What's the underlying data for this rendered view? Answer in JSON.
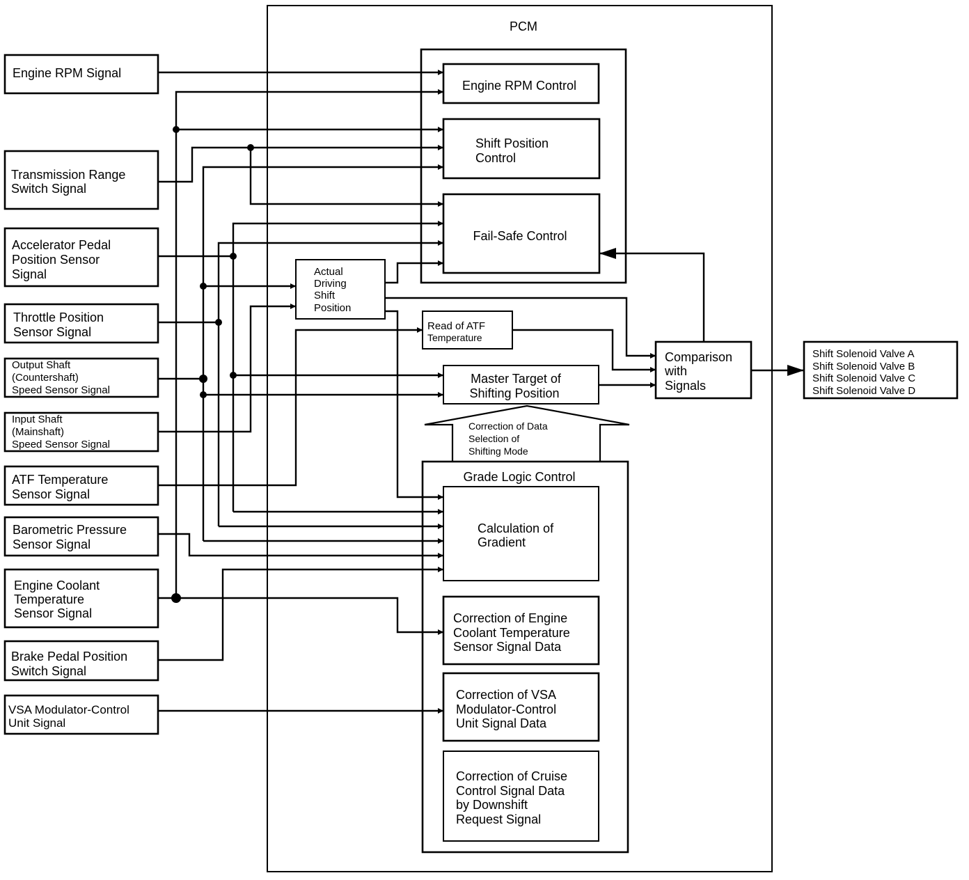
{
  "diagram": {
    "pcm_title": "PCM",
    "inputs": [
      {
        "id": "engine-rpm-signal",
        "lines": [
          "Engine RPM Signal"
        ]
      },
      {
        "id": "transmission-range-switch-signal",
        "lines": [
          "Transmission Range",
          "Switch Signal"
        ]
      },
      {
        "id": "accelerator-pedal-position-sensor-signal",
        "lines": [
          "Accelerator Pedal",
          "Position Sensor",
          "Signal"
        ]
      },
      {
        "id": "throttle-position-sensor-signal",
        "lines": [
          "Throttle Position",
          "Sensor Signal"
        ]
      },
      {
        "id": "output-shaft-speed-sensor-signal",
        "lines": [
          "Output Shaft",
          "(Countershaft)",
          "Speed Sensor Signal"
        ]
      },
      {
        "id": "input-shaft-speed-sensor-signal",
        "lines": [
          "Input Shaft",
          "(Mainshaft)",
          "Speed Sensor Signal"
        ]
      },
      {
        "id": "atf-temperature-sensor-signal",
        "lines": [
          "ATF Temperature",
          "Sensor Signal"
        ]
      },
      {
        "id": "barometric-pressure-sensor-signal",
        "lines": [
          "Barometric Pressure",
          "Sensor Signal"
        ]
      },
      {
        "id": "engine-coolant-temperature-sensor-signal",
        "lines": [
          "Engine Coolant",
          "Temperature",
          "Sensor Signal"
        ]
      },
      {
        "id": "brake-pedal-position-switch-signal",
        "lines": [
          "Brake Pedal Position",
          "Switch Signal"
        ]
      },
      {
        "id": "vsa-modulator-control-unit-signal",
        "lines": [
          "VSA Modulator-Control",
          "Unit Signal"
        ]
      }
    ],
    "control_blocks": [
      {
        "id": "engine-rpm-control",
        "lines": [
          "Engine RPM Control"
        ]
      },
      {
        "id": "shift-position-control",
        "lines": [
          "Shift Position",
          "Control"
        ]
      },
      {
        "id": "fail-safe-control",
        "lines": [
          "Fail-Safe Control"
        ]
      },
      {
        "id": "actual-driving-shift-position",
        "lines": [
          "Actual",
          "Driving",
          "Shift",
          "Position"
        ]
      },
      {
        "id": "read-of-atf-temperature",
        "lines": [
          "Read of ATF",
          "Temperature"
        ]
      },
      {
        "id": "master-target-of-shifting-position",
        "lines": [
          "Master Target of",
          "Shifting Position"
        ]
      },
      {
        "id": "comparison-with-signals",
        "lines": [
          "Comparison",
          "with",
          "Signals"
        ]
      },
      {
        "id": "calculation-of-gradient",
        "lines": [
          "Calculation of",
          "Gradient"
        ]
      },
      {
        "id": "correction-of-engine-coolant-data",
        "lines": [
          "Correction of Engine",
          "Coolant Temperature",
          "Sensor Signal Data"
        ]
      },
      {
        "id": "correction-of-vsa-data",
        "lines": [
          "Correction of VSA",
          "Modulator-Control",
          "Unit Signal Data"
        ]
      },
      {
        "id": "correction-of-cruise-control-data",
        "lines": [
          "Correction of Cruise",
          "Control Signal Data",
          "by Downshift",
          "Request Signal"
        ]
      }
    ],
    "grade_logic_title": "Grade Logic Control",
    "correction_arrow_lines": [
      "Correction of Data",
      "Selection of",
      "Shifting Mode"
    ],
    "outputs": [
      "Shift Solenoid Valve A",
      "Shift Solenoid Valve B",
      "Shift Solenoid Valve C",
      "Shift Solenoid Valve D"
    ]
  }
}
